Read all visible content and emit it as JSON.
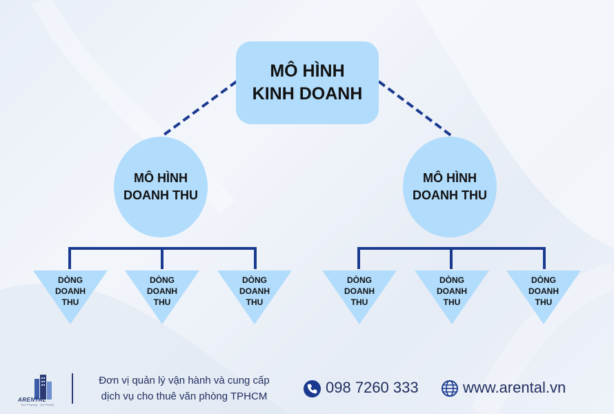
{
  "diagram": {
    "root": {
      "lines": [
        "MÔ HÌNH",
        "KINH DOANH"
      ]
    },
    "branches": [
      {
        "label_lines": [
          "MÔ HÌNH",
          "DOANH THU"
        ],
        "leaves": [
          {
            "lines": [
              "DÒNG",
              "DOANH",
              "THU"
            ]
          },
          {
            "lines": [
              "DÒNG",
              "DOANH",
              "THU"
            ]
          },
          {
            "lines": [
              "DÒNG",
              "DOANH",
              "THU"
            ]
          }
        ]
      },
      {
        "label_lines": [
          "MÔ HÌNH",
          "DOANH THU"
        ],
        "leaves": [
          {
            "lines": [
              "DÒNG",
              "DOANH",
              "THU"
            ]
          },
          {
            "lines": [
              "DÒNG",
              "DOANH",
              "THU"
            ]
          },
          {
            "lines": [
              "DÒNG",
              "DOANH",
              "THU"
            ]
          }
        ]
      }
    ],
    "colors": {
      "node_fill": "#b1dcfb",
      "connector": "#1a3a8f",
      "text": "#111111"
    }
  },
  "footer": {
    "logo": {
      "text": "ARENTAL",
      "tagline": "Your Property - Our Priority"
    },
    "tagline_lines": [
      "Đơn vị quản lý vận hành và cung cấp",
      "dịch vụ cho thuê văn phòng TPHCM"
    ],
    "phone": "098 7260 333",
    "website": "www.arental.vn",
    "phone_icon": "phone-icon",
    "web_icon": "globe-icon",
    "text_color": "#1f2d5e"
  }
}
